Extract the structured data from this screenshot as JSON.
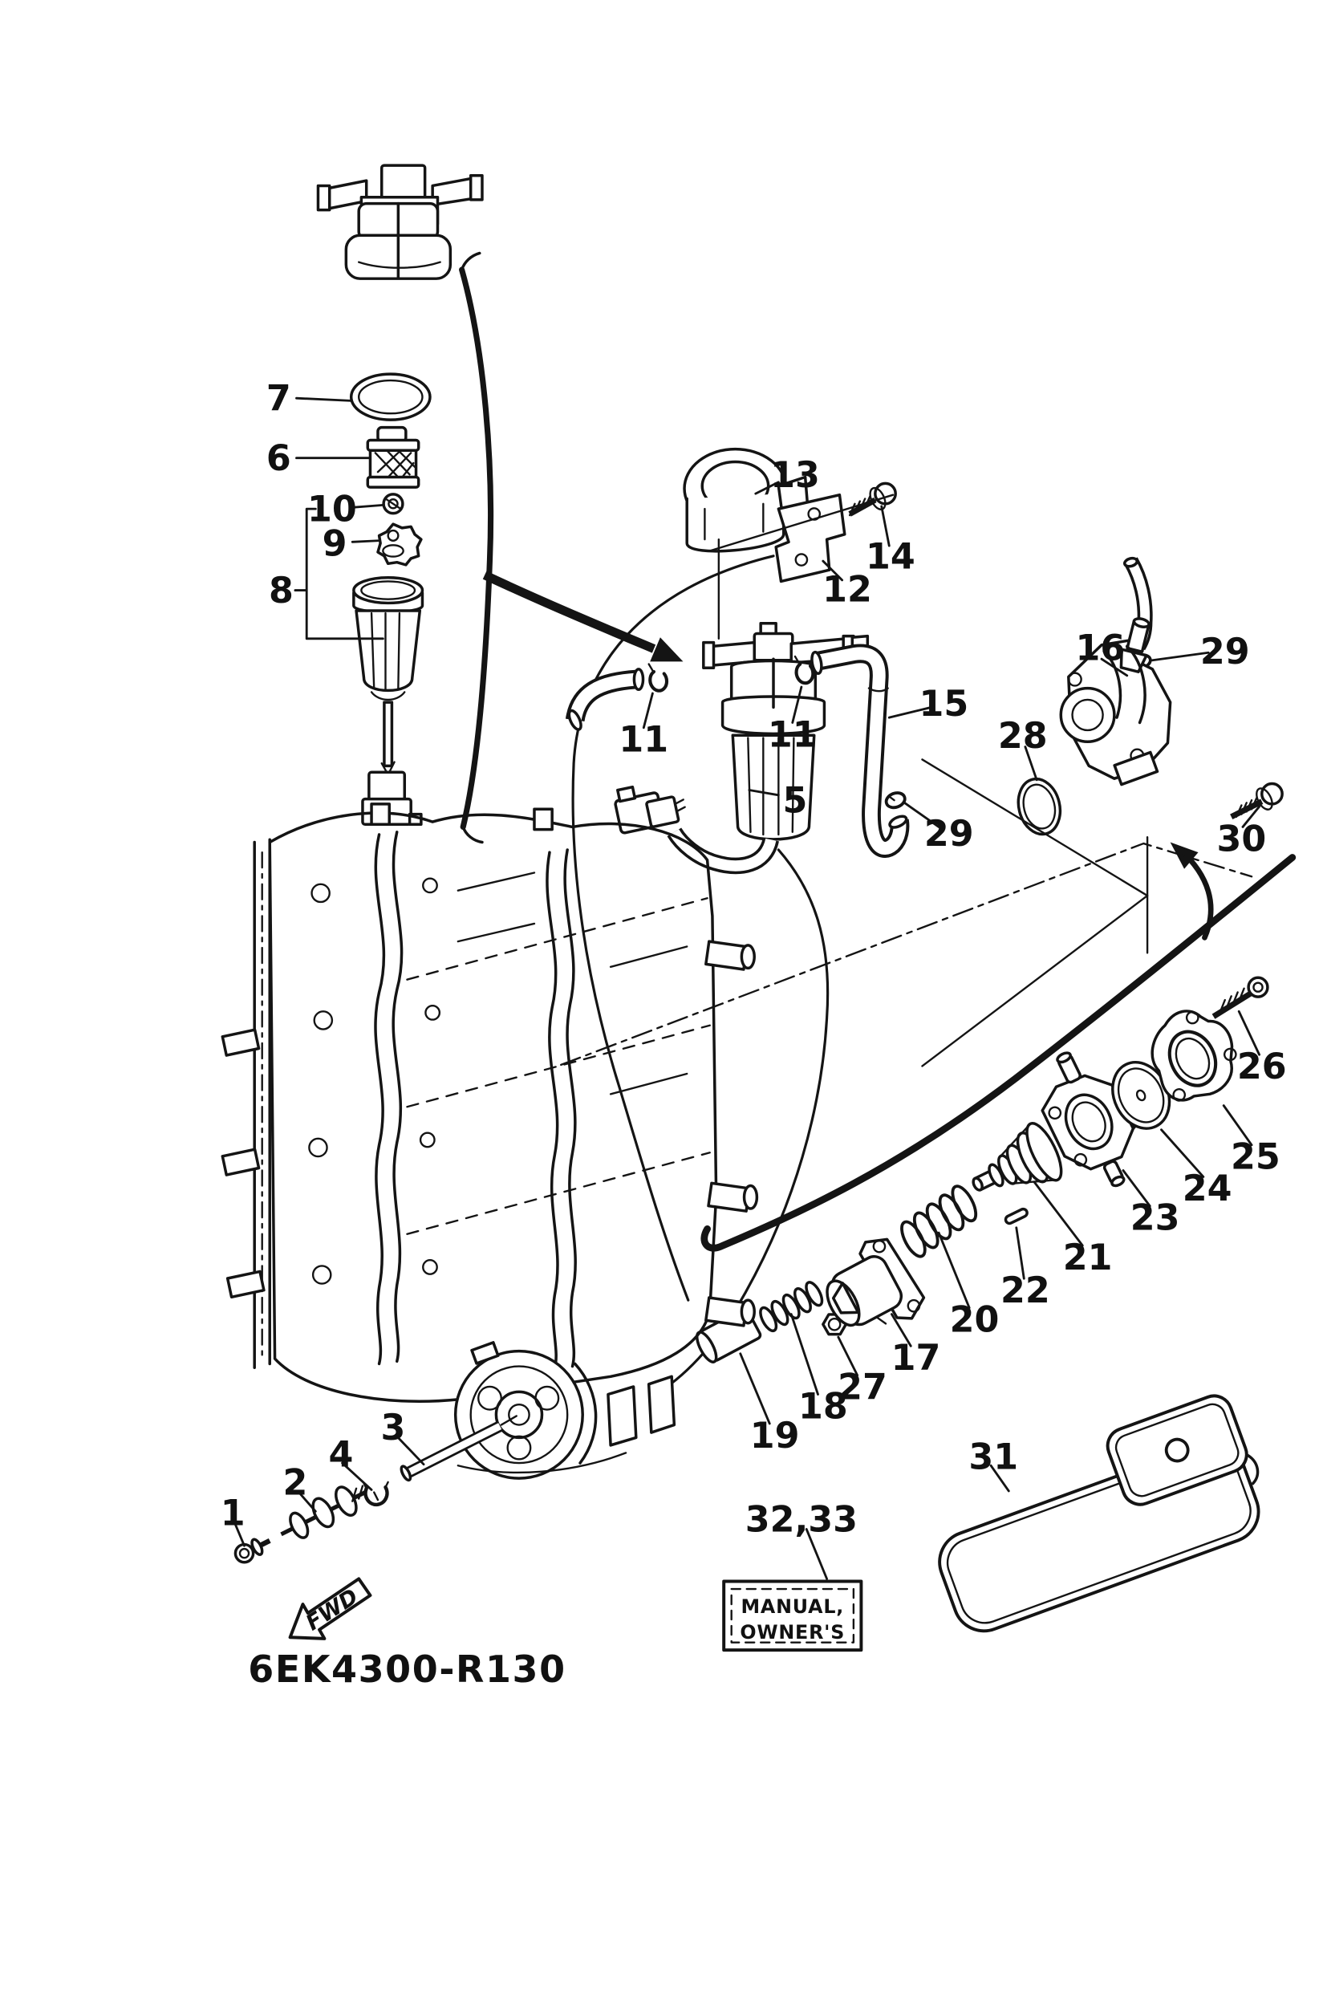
{
  "page": {
    "background": "#ffffff",
    "ink": "#141414",
    "description": "Yamaha outboard fuel system exploded parts diagram"
  },
  "diagram": {
    "code": "6EK4300-R130",
    "fwd_label": "FWD",
    "manual_box": {
      "line1": "MANUAL,",
      "line2": "OWNER'S"
    }
  },
  "callouts": [
    {
      "label": "7"
    },
    {
      "label": "6"
    },
    {
      "label": "10"
    },
    {
      "label": "9"
    },
    {
      "label": "8"
    },
    {
      "label": "13"
    },
    {
      "label": "14"
    },
    {
      "label": "12"
    },
    {
      "label": "11"
    },
    {
      "label": "11"
    },
    {
      "label": "5"
    },
    {
      "label": "15"
    },
    {
      "label": "29"
    },
    {
      "label": "16"
    },
    {
      "label": "29"
    },
    {
      "label": "28"
    },
    {
      "label": "30"
    },
    {
      "label": "26"
    },
    {
      "label": "25"
    },
    {
      "label": "24"
    },
    {
      "label": "23"
    },
    {
      "label": "21"
    },
    {
      "label": "22"
    },
    {
      "label": "20"
    },
    {
      "label": "17"
    },
    {
      "label": "27"
    },
    {
      "label": "18"
    },
    {
      "label": "19"
    },
    {
      "label": "31"
    },
    {
      "label": "3"
    },
    {
      "label": "4"
    },
    {
      "label": "2"
    },
    {
      "label": "1"
    },
    {
      "label": "32,33"
    }
  ]
}
